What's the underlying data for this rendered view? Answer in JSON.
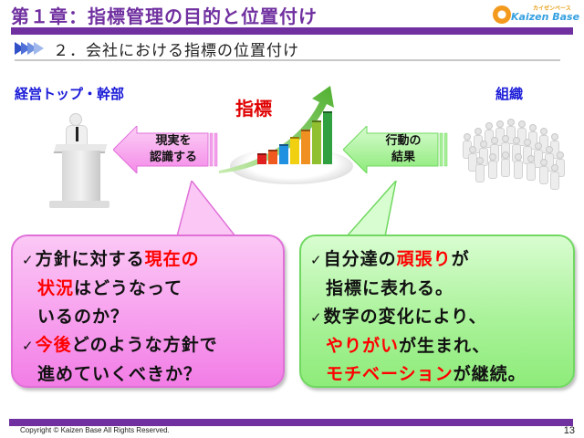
{
  "header": {
    "chapter_title": "第１章：指標管理の目的と位置付け",
    "section_title": "２．会社における指標の位置付け",
    "logo": {
      "kana": "カイゼンベース",
      "name": "Kaizen Base",
      "icon": "gear-logo-icon"
    },
    "bar_color": "#7030a0"
  },
  "diagram": {
    "left_label": "経営トップ・幹部",
    "right_label": "組織",
    "center_label": "指標",
    "left_arrow": {
      "text": "現実を\n認識する",
      "color": "#f8a8f0",
      "direction": "left"
    },
    "right_arrow": {
      "text": "行動の\n結果",
      "color": "#a8f098",
      "direction": "left"
    },
    "left_figure": "podium-speaker-icon",
    "right_figure": "crowd-icon",
    "center_figure": "rising-bar-chart-icon",
    "chart_bar_colors": [
      "#e02020",
      "#f05a20",
      "#2090e0",
      "#f0d010",
      "#f09020",
      "#90c030",
      "#30a040"
    ]
  },
  "bubbles": {
    "left": {
      "color": "#f7a0ee",
      "items": [
        {
          "lines": [
            [
              {
                "t": "方針に対する",
                "red": false
              },
              {
                "t": "現在の",
                "red": true
              }
            ],
            [
              {
                "t": "状況",
                "red": true
              },
              {
                "t": "はどうなって",
                "red": false
              }
            ],
            [
              {
                "t": "いるのか？",
                "red": false
              }
            ]
          ]
        },
        {
          "lines": [
            [
              {
                "t": "今後",
                "red": true
              },
              {
                "t": "どのような方針で",
                "red": false
              }
            ],
            [
              {
                "t": "進めていくべきか？",
                "red": false
              }
            ]
          ]
        }
      ]
    },
    "right": {
      "color": "#aaf29a",
      "items": [
        {
          "lines": [
            [
              {
                "t": "自分達の",
                "red": false
              },
              {
                "t": "頑張り",
                "red": true
              },
              {
                "t": "が",
                "red": false
              }
            ],
            [
              {
                "t": "指標に表れる。",
                "red": false
              }
            ]
          ]
        },
        {
          "lines": [
            [
              {
                "t": "数字の変化により、",
                "red": false
              }
            ],
            [
              {
                "t": "やりがい",
                "red": true
              },
              {
                "t": "が生まれ、",
                "red": false
              }
            ],
            [
              {
                "t": "モチベーション",
                "red": true
              },
              {
                "t": "が継続。",
                "red": false
              }
            ]
          ]
        }
      ]
    },
    "check_glyph": "✓"
  },
  "footer": {
    "copyright": "Copyright ©  Kaizen Base  All Rights Reserved.",
    "page_number": "13"
  }
}
